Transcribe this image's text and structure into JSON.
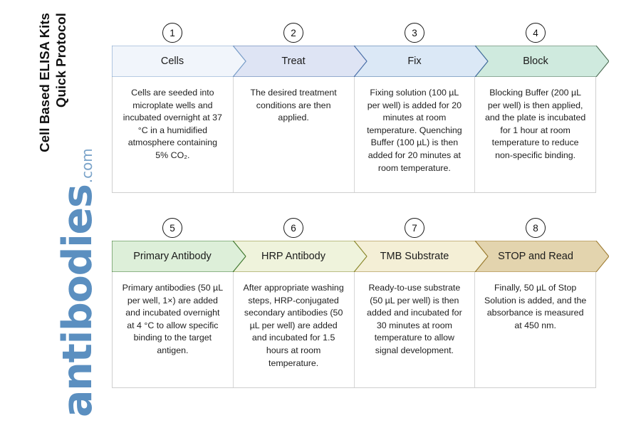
{
  "title": {
    "line1": "Cell Based ELISA Kits",
    "line2": "Quick Protocol",
    "full": "Cell Based ELISA Kits\nQuick Protocol"
  },
  "logo": {
    "brand": "antibodies",
    "tld": ".com",
    "color": "#5b8fc0"
  },
  "rows": [
    {
      "steps": [
        {
          "number": "1",
          "label": "Cells",
          "fill": "#f1f5fb",
          "stroke": "#7a9fc9",
          "description": "Cells are seeded into microplate wells and incubated overnight at 37 °C in a humidified atmosphere containing 5% CO₂."
        },
        {
          "number": "2",
          "label": "Treat",
          "fill": "#dee4f4",
          "stroke": "#4a6fa8",
          "description": "The desired treatment conditions are then applied."
        },
        {
          "number": "3",
          "label": "Fix",
          "fill": "#dbe8f6",
          "stroke": "#3f6b9e",
          "description": "Fixing solution (100 µL per well) is added for 20 minutes at room temperature. Quenching Buffer (100 µL) is then added for 20 minutes at room temperature."
        },
        {
          "number": "4",
          "label": "Block",
          "fill": "#cfeade",
          "stroke": "#4b6b52",
          "description": "Blocking Buffer (200 µL per well) is then applied, and the plate is incubated for 1 hour at room temperature to reduce non-specific binding."
        }
      ]
    },
    {
      "steps": [
        {
          "number": "5",
          "label": "Primary Antibody",
          "fill": "#ddefd9",
          "stroke": "#3f7a33",
          "description": "Primary antibodies (50 µL per well, 1×) are added and incubated overnight at 4 °C to allow specific binding to the target antigen."
        },
        {
          "number": "6",
          "label": "HRP Antibody",
          "fill": "#eff3dc",
          "stroke": "#8a8a2e",
          "description": "After appropriate washing steps, HRP-conjugated secondary antibodies (50 µL per well) are added and incubated for 1.5 hours at room temperature."
        },
        {
          "number": "7",
          "label": "TMB Substrate",
          "fill": "#f4efd6",
          "stroke": "#9a7c30",
          "description": "Ready-to-use substrate (50 µL per well) is then added and incubated for 30 minutes at room temperature to allow signal development."
        },
        {
          "number": "8",
          "label": "STOP and Read",
          "fill": "#e3d4ae",
          "stroke": "#a07e35",
          "description": "Finally, 50 µL of Stop Solution is added, and the absorbance is measured at 450 nm."
        }
      ]
    }
  ]
}
